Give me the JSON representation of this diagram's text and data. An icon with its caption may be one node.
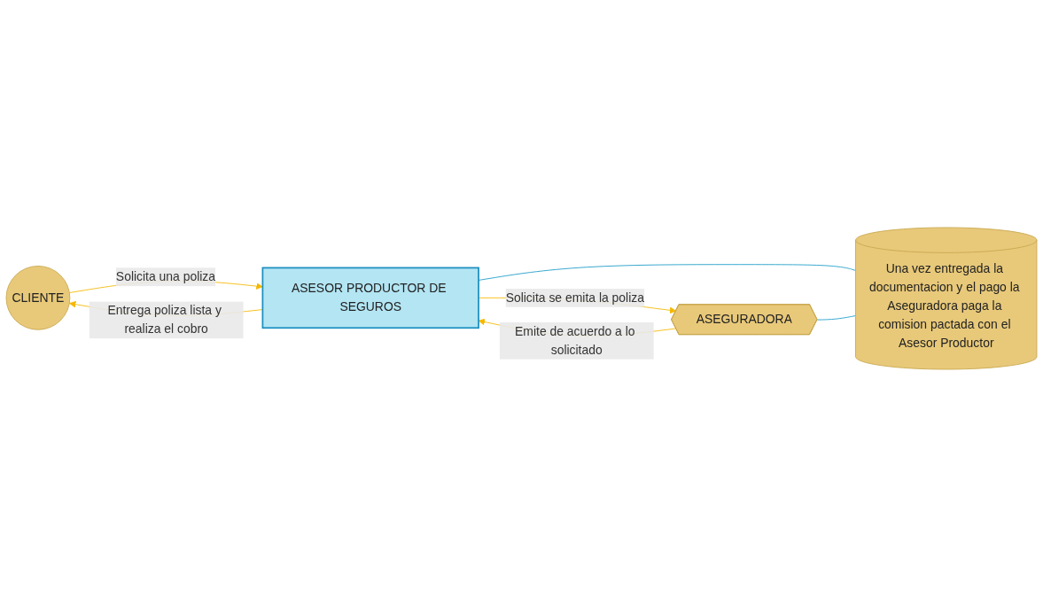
{
  "diagram": {
    "nodes": [
      {
        "text": [
          "CLIENTE"
        ]
      },
      {
        "text": [
          "ASESOR PRODUCTOR DE SEGUROS"
        ]
      },
      {
        "text": [
          "ASEGURADORA"
        ]
      },
      {
        "text": [
          "Una vez entregada la documentacion y el pago la Aseguradora paga la comision pactada con el Asesor Productor"
        ]
      }
    ],
    "edges": [
      {
        "from": 0,
        "to": 1,
        "arrow": "to",
        "label": "Solicita una poliza"
      },
      {
        "from": 1,
        "to": 0,
        "arrow": "to",
        "label": "Entrega poliza lista y realiza el cobro"
      },
      {
        "from": 1,
        "to": 2,
        "arrow": "to",
        "label": "Solicita se emita la poliza"
      },
      {
        "from": 2,
        "to": 1,
        "arrow": "to",
        "label": "Emite de acuerdo a lo solicitado"
      },
      {
        "from": 1,
        "to": 3,
        "arrow": "none",
        "color": "#1a9bc7"
      },
      {
        "from": 2,
        "to": 3,
        "arrow": "none",
        "color": "#1a9bc7"
      }
    ]
  }
}
